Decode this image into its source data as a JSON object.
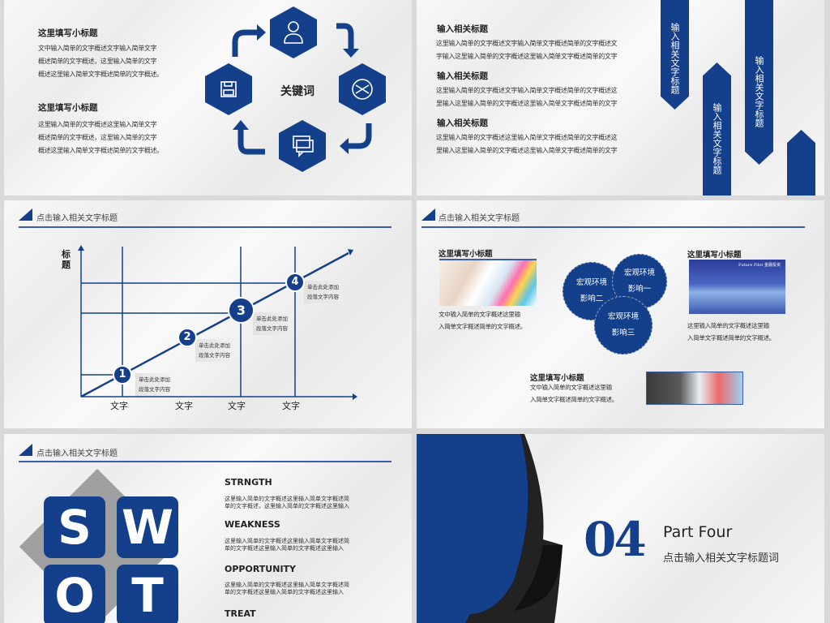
{
  "colors": {
    "brand": "#14408b",
    "dark": "#222222"
  },
  "slide1": {
    "sections": [
      {
        "title": "这里填写小标题",
        "lines": [
          "文中输入简单的文字概述文字输入简单文字",
          "概述简单的文字概述，这里输入简单的文字",
          "概述这里输入简单文字概述简单的文字概述。"
        ]
      },
      {
        "title": "这里填写小标题",
        "lines": [
          "这里输入简单的文字概述这里输入简单文字",
          "概述简单的文字概述，这里输入简单的文字",
          "概述这里输入简单文字概述简单的文字概述。"
        ]
      }
    ],
    "keyword": "关键词",
    "icons": [
      "user-icon",
      "shuffle-icon",
      "chat-icon",
      "floppy-disk-icon"
    ]
  },
  "slide2": {
    "sections": [
      {
        "title": "输入相关标题",
        "lines": [
          "这里输入简单的文字概述文字输入简单文字概述简单的文字概述文",
          "字输入这里输入简单的文字概述这里输入简单文字概述简单的文字"
        ]
      },
      {
        "title": "输入相关标题",
        "lines": [
          "这里输入简单的文字概述文字输入简单文字概述简单的文字概述这",
          "里输入这里输入简单的文字概述这里输入简单文字概述简单的文字"
        ]
      },
      {
        "title": "输入相关标题",
        "lines": [
          "这里输入简单的文字概述这里输入简单文字概述简单的文字概述这",
          "里输入这里输入简单的文字概述这里输入简单文字概述简单的文字"
        ]
      }
    ],
    "banners": [
      "输入相关文字标题",
      "输入相关文字标题",
      "输入相关文字标题",
      ""
    ]
  },
  "slide3": {
    "header": "点击输入相关文字标题",
    "y_label": "标题",
    "x_labels": [
      "文字",
      "文字",
      "文字",
      "文字"
    ],
    "steps": [
      {
        "num": "1",
        "lines": [
          "单击此处添加",
          "段落文字内容"
        ]
      },
      {
        "num": "2",
        "lines": [
          "单击此处添加",
          "段落文字内容"
        ]
      },
      {
        "num": "3",
        "lines": [
          "单击此处添加",
          "段落文字内容"
        ]
      },
      {
        "num": "4",
        "lines": [
          "单击此处添加",
          "段落文字内容"
        ]
      }
    ]
  },
  "slide4": {
    "header": "点击输入相关文字标题",
    "left": {
      "title": "这里填写小标题",
      "lines": [
        "文中输入简单的文字概述这里输",
        "入简单文字概述简单的文字概述。"
      ]
    },
    "right": {
      "title": "这里填写小标题",
      "lines": [
        "这里输入简单的文字概述这里输",
        "入简单文字概述简单的文字概述。"
      ],
      "image_text": "Future Pilot 金融投资"
    },
    "bottom": {
      "title": "这里填写小标题",
      "lines": [
        "文中输入简单的文字概述这里输",
        "入简单文字概述简单的文字概述。"
      ]
    },
    "circles": [
      {
        "lines": [
          "宏观环境",
          "影响二"
        ]
      },
      {
        "lines": [
          "宏观环境",
          "影响一"
        ]
      },
      {
        "lines": [
          "宏观环境",
          "影响三"
        ]
      }
    ]
  },
  "slide5": {
    "header": "点击输入相关文字标题",
    "letters": [
      "S",
      "W",
      "O",
      "T"
    ],
    "items": [
      {
        "title": "STRNGTH",
        "lines": [
          "这里输入简单的文字概述这里输入简单文字概述简",
          "单的文字概述，这里输入简单的文字概述这里输入"
        ]
      },
      {
        "title": "WEAKNESS",
        "lines": [
          "这里输入简单的文字概述这里输入简单文字概述简",
          "单的文字概述这里输入简单的文字概述这里输入"
        ]
      },
      {
        "title": "OPPORTUNITY",
        "lines": [
          "这里输入简单的文字概述这里输入简单文字概述简",
          "单的文字概述这里输入简单的文字概述这里输入"
        ]
      },
      {
        "title": "TREAT",
        "lines": []
      }
    ]
  },
  "slide6": {
    "number": "04",
    "part": "Part Four",
    "subtitle": "点击输入相关文字标题词"
  }
}
